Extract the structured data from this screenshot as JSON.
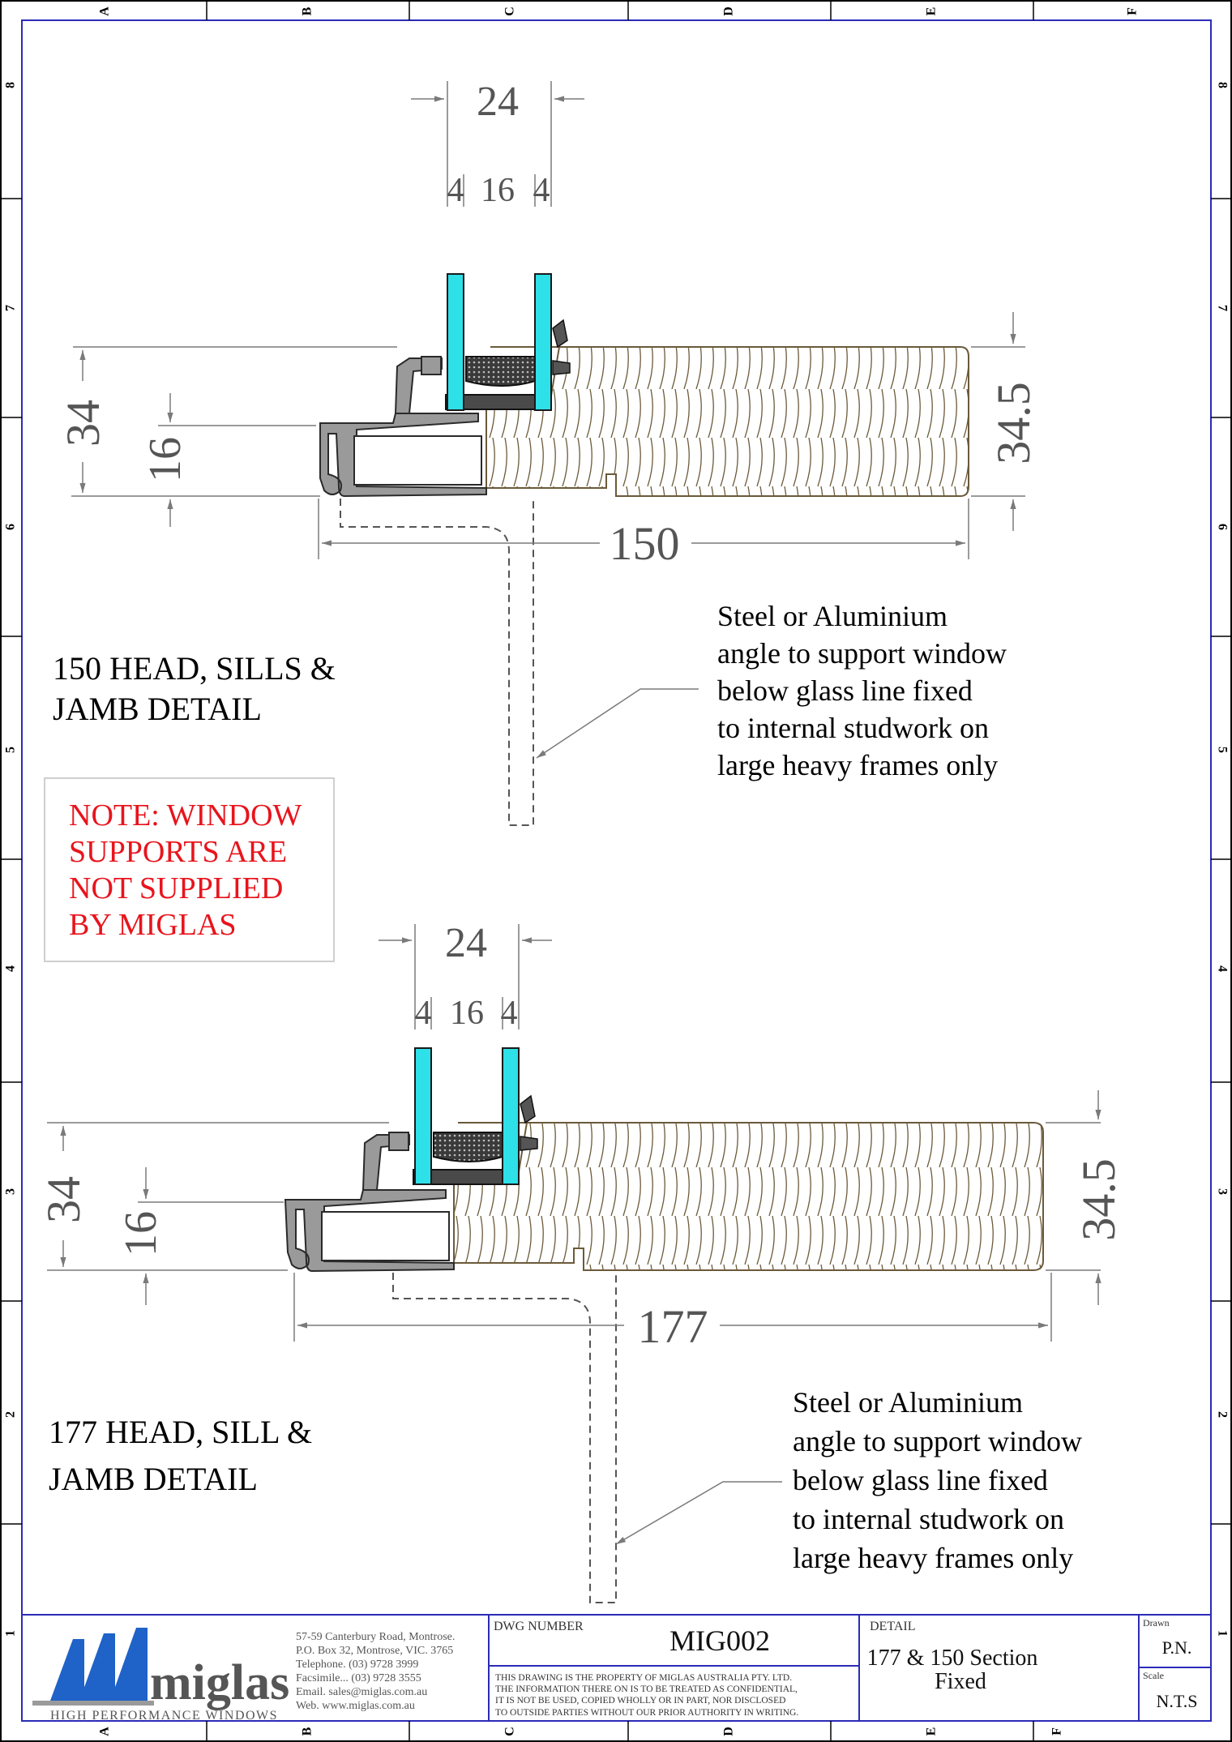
{
  "border": {
    "columns": [
      "A",
      "B",
      "C",
      "D",
      "E",
      "F"
    ],
    "rows": [
      "8",
      "7",
      "6",
      "5",
      "4",
      "3",
      "2",
      "1"
    ]
  },
  "detail_top": {
    "dim_overall_width": "24",
    "dim_pane_left": "4",
    "dim_gap": "16",
    "dim_pane_right": "4",
    "dim_height_left": "34",
    "dim_height_inner": "16",
    "dim_height_right": "34.5",
    "dim_depth": "150",
    "title_line1": "150 HEAD, SILLS &",
    "title_line2": "JAMB DETAIL",
    "note_lines": [
      "Steel or Aluminium",
      "angle to support window",
      "below glass line fixed",
      "to internal studwork on",
      "large heavy frames only"
    ]
  },
  "warning": {
    "lines": [
      "NOTE:  WINDOW",
      "SUPPORTS ARE",
      "NOT SUPPLIED",
      "BY MIGLAS"
    ],
    "color": "#e8141c"
  },
  "detail_bottom": {
    "dim_overall_width": "24",
    "dim_pane_left": "4",
    "dim_gap": "16",
    "dim_pane_right": "4",
    "dim_height_left": "34",
    "dim_height_inner": "16",
    "dim_height_right": "34.5",
    "dim_depth": "177",
    "title_line1": "177 HEAD, SILL &",
    "title_line2": "JAMB DETAIL",
    "note_lines": [
      "Steel or Aluminium",
      "angle to support window",
      "below glass line fixed",
      "to internal studwork on",
      "large heavy frames only"
    ]
  },
  "title_block": {
    "logo_text": "miglas",
    "tagline": "HIGH PERFORMANCE WINDOWS",
    "address_lines": [
      "57-59 Canterbury Road, Montrose.",
      "P.O. Box 32, Montrose, VIC. 3765",
      "Telephone. (03) 9728 3999",
      "Facsimile... (03) 9728 3555",
      "Email. sales@miglas.com.au",
      "Web. www.miglas.com.au"
    ],
    "dwg_number_label": "DWG NUMBER",
    "dwg_number": "MIG002",
    "disclaimer_lines": [
      "THIS DRAWING IS THE PROPERTY OF MIGLAS AUSTRALIA PTY. LTD.",
      "THE INFORMATION THERE ON IS TO BE TREATED AS CONFIDENTIAL,",
      "IT IS NOT BE USED, COPIED WHOLLY OR IN PART, NOR DISCLOSED",
      "TO OUTSIDE PARTIES WITHOUT OUR PRIOR AUTHORITY IN WRITING."
    ],
    "detail_label": "DETAIL",
    "detail_line1": "177 & 150 Section",
    "detail_line2": "Fixed",
    "drawn_label": "Drawn",
    "drawn_value": "P.N.",
    "scale_label": "Scale",
    "scale_value": "N.T.S"
  },
  "colors": {
    "border": "#2b2bb8",
    "glass": "#2ee0e8",
    "frame": "#8a8a8a",
    "timber_line": "#6b5a3a",
    "logo_blue": "#1f62c8",
    "warning_text": "#e8141c"
  }
}
